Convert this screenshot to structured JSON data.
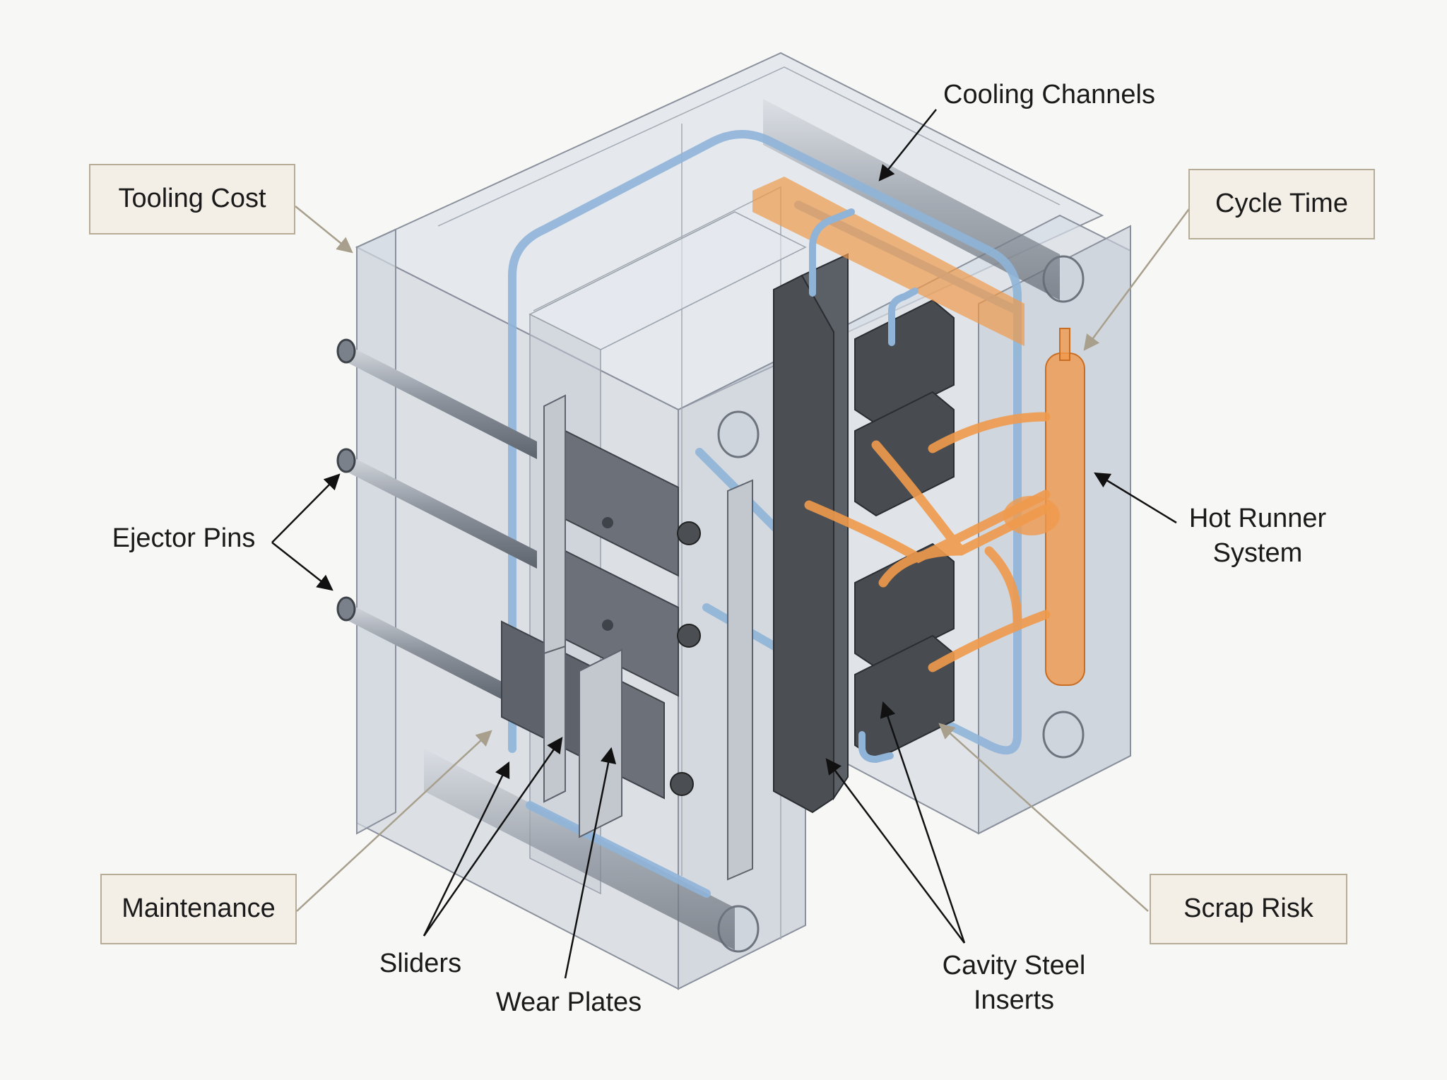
{
  "boxed_labels": {
    "tooling_cost": "Tooling Cost",
    "cycle_time": "Cycle Time",
    "maintenance": "Maintenance",
    "scrap_risk": "Scrap Risk"
  },
  "callouts": {
    "cooling_channels": "Cooling Channels",
    "ejector_pins": "Ejector Pins",
    "hot_runner_system": "Hot Runner\nSystem",
    "sliders": "Sliders",
    "wear_plates": "Wear Plates",
    "cavity_steel_inserts": "Cavity Steel\nInserts"
  },
  "colors": {
    "cooling": "#8fb4d8",
    "hot_runner": "#f09a4c",
    "steel": "#4b4e53",
    "plate_edge": "#8a919c",
    "leader_dark": "#111111",
    "leader_tan": "#a89f8c"
  }
}
